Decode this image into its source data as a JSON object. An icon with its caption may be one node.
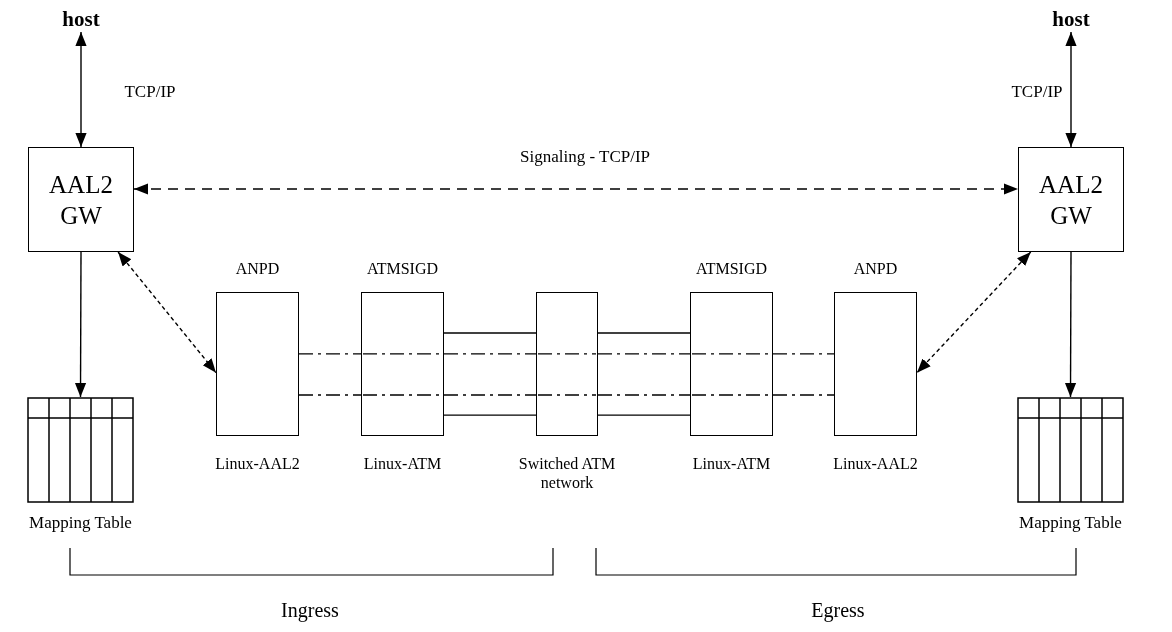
{
  "diagram": {
    "nodes": [
      {
        "text": [
          "host"
        ]
      },
      {
        "text": [
          "AAL2 GW"
        ]
      },
      {
        "text": [
          "Mapping Table"
        ]
      },
      {
        "text": [
          "ANPD",
          "Linux-AAL2"
        ]
      },
      {
        "text": [
          "ATMSIGD",
          "Linux-ATM"
        ]
      },
      {
        "text": [
          "Switched ATM network"
        ]
      },
      {
        "text": [
          "ATMSIGD",
          "Linux-ATM"
        ]
      },
      {
        "text": [
          "ANPD",
          "Linux-AAL2"
        ]
      },
      {
        "text": [
          "host"
        ]
      },
      {
        "text": [
          "AAL2 GW"
        ]
      },
      {
        "text": [
          "Mapping Table"
        ]
      }
    ],
    "edges": [
      {
        "from": 0,
        "to": 1,
        "arrow": "both",
        "label": "TCP/IP"
      },
      {
        "from": 8,
        "to": 9,
        "arrow": "both",
        "label": "TCP/IP"
      },
      {
        "from": 1,
        "to": 9,
        "arrow": "both",
        "style": "dashed",
        "label": "Signaling - TCP/IP"
      },
      {
        "from": 1,
        "to": 2,
        "arrow": "to"
      },
      {
        "from": 9,
        "to": 10,
        "arrow": "to"
      },
      {
        "from": 1,
        "to": 3,
        "arrow": "both",
        "style": "dashed"
      },
      {
        "from": 9,
        "to": 7,
        "arrow": "both",
        "style": "dashed"
      },
      {
        "from": 3,
        "to": 4,
        "arrow": "none",
        "style": "dashed"
      },
      {
        "from": 4,
        "to": 5,
        "arrow": "none",
        "style": "dashed"
      },
      {
        "from": 5,
        "to": 6,
        "arrow": "none",
        "style": "dashed"
      },
      {
        "from": 6,
        "to": 7,
        "arrow": "none",
        "style": "dashed"
      },
      {
        "from": 3,
        "to": 4,
        "arrow": "none",
        "style": "dashed"
      },
      {
        "from": 4,
        "to": 5,
        "arrow": "none",
        "style": "dashed"
      },
      {
        "from": 5,
        "to": 6,
        "arrow": "none",
        "style": "dashed"
      },
      {
        "from": 6,
        "to": 7,
        "arrow": "none",
        "style": "dashed"
      },
      {
        "from": 4,
        "to": 5,
        "arrow": "none"
      },
      {
        "from": 4,
        "to": 5,
        "arrow": "none"
      },
      {
        "from": 5,
        "to": 6,
        "arrow": "none"
      },
      {
        "from": 5,
        "to": 6,
        "arrow": "none"
      }
    ],
    "labels": [
      "Ingress",
      "Egress"
    ]
  }
}
